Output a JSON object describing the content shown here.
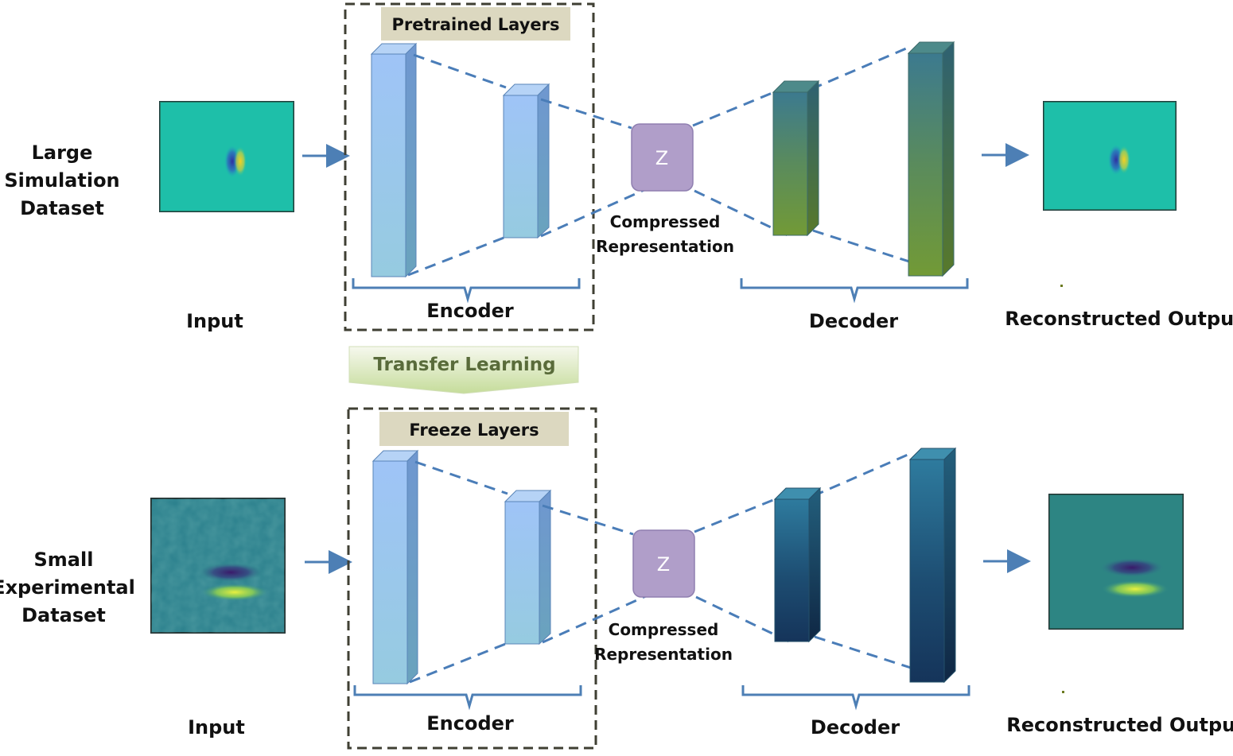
{
  "top_row": {
    "dataset_label_lines": [
      "Large",
      "Simulation",
      "Dataset"
    ],
    "input_label": "Input",
    "box_header": "Pretrained Layers",
    "encoder_label": "Encoder",
    "latent_symbol": "Z",
    "latent_caption_lines": [
      "Compressed",
      "Representation"
    ],
    "decoder_label": "Decoder",
    "output_label": "Reconstructed Output"
  },
  "transfer_label": "Transfer Learning",
  "bottom_row": {
    "dataset_label_lines": [
      "Small",
      "Experimental",
      "Dataset"
    ],
    "input_label": "Input",
    "box_header": "Freeze Layers",
    "encoder_label": "Encoder",
    "latent_symbol": "Z",
    "latent_caption_lines": [
      "Compressed",
      "Representation"
    ],
    "decoder_label": "Decoder",
    "output_label": "Reconstructed Output"
  },
  "colors": {
    "encoder_block": "#9cc3f2",
    "latent_box": "#b09ec9",
    "decoder_top_gradient": [
      "#3f7f8e",
      "#6f9a3a"
    ],
    "decoder_bottom_gradient": [
      "#2f7a9c",
      "#163758"
    ],
    "dashed_lines": "#4a7db8",
    "header_bar": "#dcd8c0"
  }
}
